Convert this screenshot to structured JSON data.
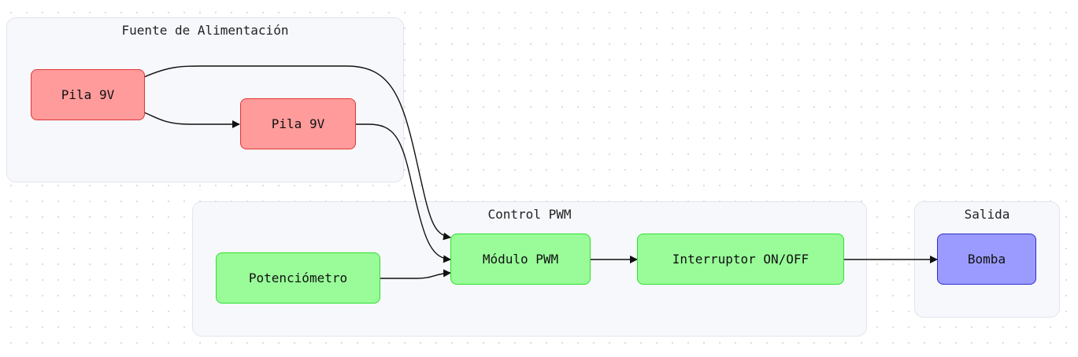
{
  "groups": {
    "power": {
      "title": "Fuente de Alimentación"
    },
    "control": {
      "title": "Control PWM"
    },
    "output": {
      "title": "Salida"
    }
  },
  "nodes": {
    "battery_1": {
      "label": "Pila 9V",
      "color": "#ff9b9b"
    },
    "battery_2": {
      "label": "Pila 9V",
      "color": "#ff9b9b"
    },
    "potentiometer": {
      "label": "Potenciómetro",
      "color": "#99fc99"
    },
    "pwm_module": {
      "label": "Módulo PWM",
      "color": "#99fc99"
    },
    "switch": {
      "label": "Interruptor ON/OFF",
      "color": "#99fc99"
    },
    "pump": {
      "label": "Bomba",
      "color": "#9b9bff"
    }
  },
  "edges": [
    {
      "from": "battery_1",
      "to": "battery_2"
    },
    {
      "from": "battery_1",
      "to": "pwm_module"
    },
    {
      "from": "battery_2",
      "to": "pwm_module"
    },
    {
      "from": "potentiometer",
      "to": "pwm_module"
    },
    {
      "from": "pwm_module",
      "to": "switch"
    },
    {
      "from": "switch",
      "to": "pump"
    }
  ]
}
